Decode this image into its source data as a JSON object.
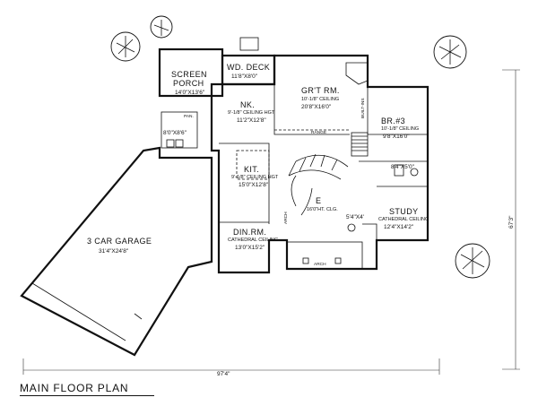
{
  "title": "MAIN FLOOR PLAN",
  "rooms": {
    "screen_porch": {
      "name_1": "SCREEN",
      "name_2": "PORCH",
      "dims": "14'0\"X13'6\""
    },
    "wd_deck": {
      "name": "WD. DECK",
      "dims": "11'8\"X8'0\""
    },
    "gr_rm": {
      "name": "GR'T RM.",
      "note": "10'-1/8\" CEILING",
      "dims": "20'8\"X16'0\""
    },
    "nk": {
      "name": "NK.",
      "note": "9'-1/8\" CEILING HGT",
      "dims": "11'2\"X12'8\""
    },
    "br3": {
      "name": "BR.#3",
      "note": "10'-1/8\" CEILING",
      "dims": "9'8\"X16'0\""
    },
    "kit": {
      "name": "KIT.",
      "note": "9'-1/8\" CEILING HGT",
      "dims": "15'0\"X12'8\""
    },
    "bath": {
      "dims": "8'4\"X5'0\""
    },
    "garage": {
      "name": "3 CAR GARAGE",
      "dims": "31'4\"X24'8\""
    },
    "foyer": {
      "name": "E",
      "note": "16'0\"HT. CLG."
    },
    "study": {
      "name": "STUDY",
      "note": "CATHEDRAL CEILING",
      "dims": "12'4\"X14'2\""
    },
    "din_rm": {
      "name": "DIN.RM.",
      "note": "CATHEDRAL CEILING",
      "dims": "13'0\"X15'2\""
    },
    "laundry": {
      "dims": "8'0\"X8'6\""
    },
    "closet": {
      "dims": "5'4\"X4'"
    }
  },
  "tags": {
    "pan": "PAN.",
    "arch": "ARCH",
    "range": "RANGE",
    "built_ins": "BUILT-INS"
  },
  "dimensions": {
    "overall_width": "97'4\"",
    "overall_depth": "67'3\""
  }
}
